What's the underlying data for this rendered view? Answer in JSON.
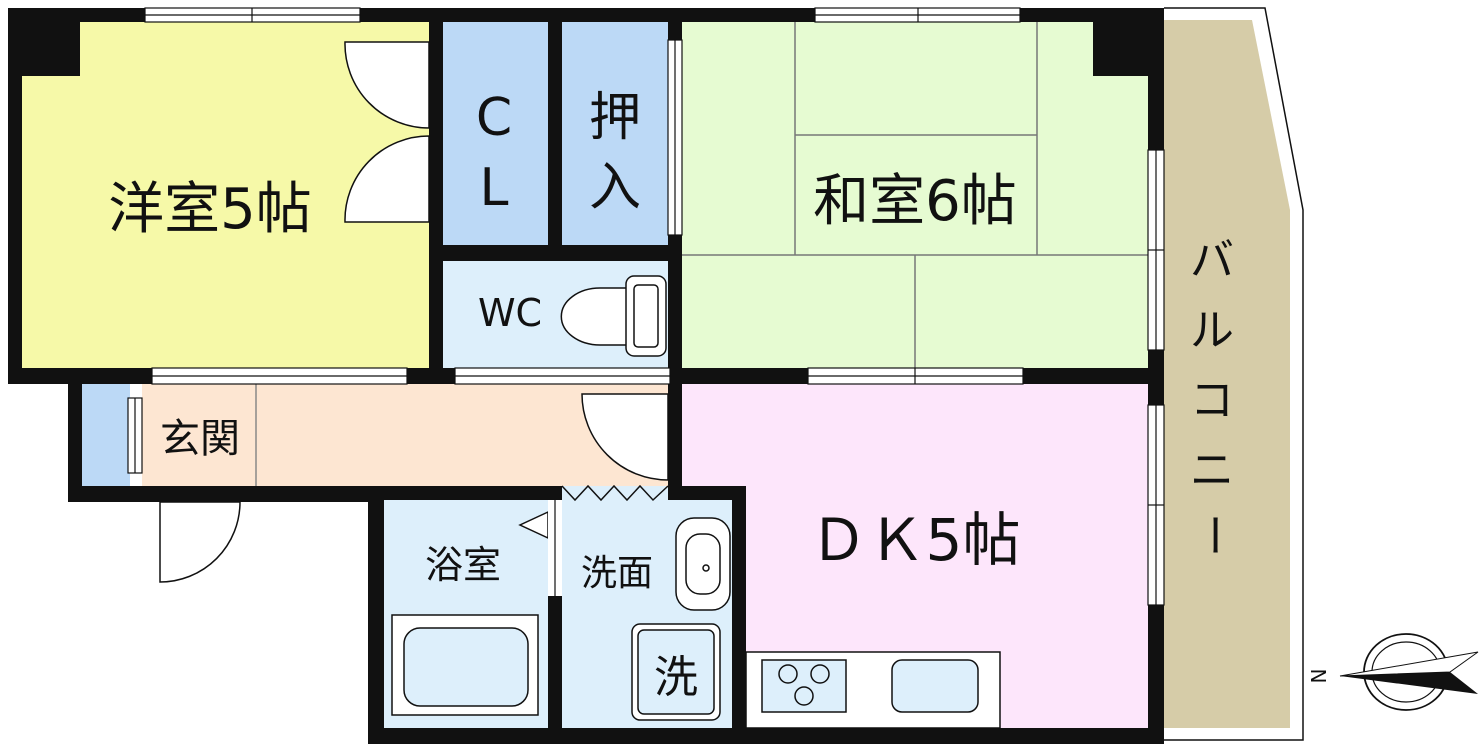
{
  "rooms": {
    "western": "洋室5帖",
    "closet_c": "C",
    "closet_l": "L",
    "oshi": "押",
    "ire": "入",
    "japanese": "和室6帖",
    "wc": "WC",
    "entrance": "玄関",
    "dk": "ＤＫ5帖",
    "bath": "浴室",
    "washroom": "洗面",
    "washer": "洗",
    "balcony": [
      "バ",
      "ル",
      "コ",
      "ニ",
      "ー"
    ]
  },
  "compass": {
    "north": "N"
  },
  "colors": {
    "western": "#f6f9a8",
    "closet": "#bcd9f6",
    "japanese": "#e6fbd2",
    "wc": "#ddeffb",
    "entrance": "#fde6d2",
    "dk": "#fde6fb",
    "bath": "#ddeffb",
    "balcony": "#d6cca8",
    "wall": "#111111"
  }
}
